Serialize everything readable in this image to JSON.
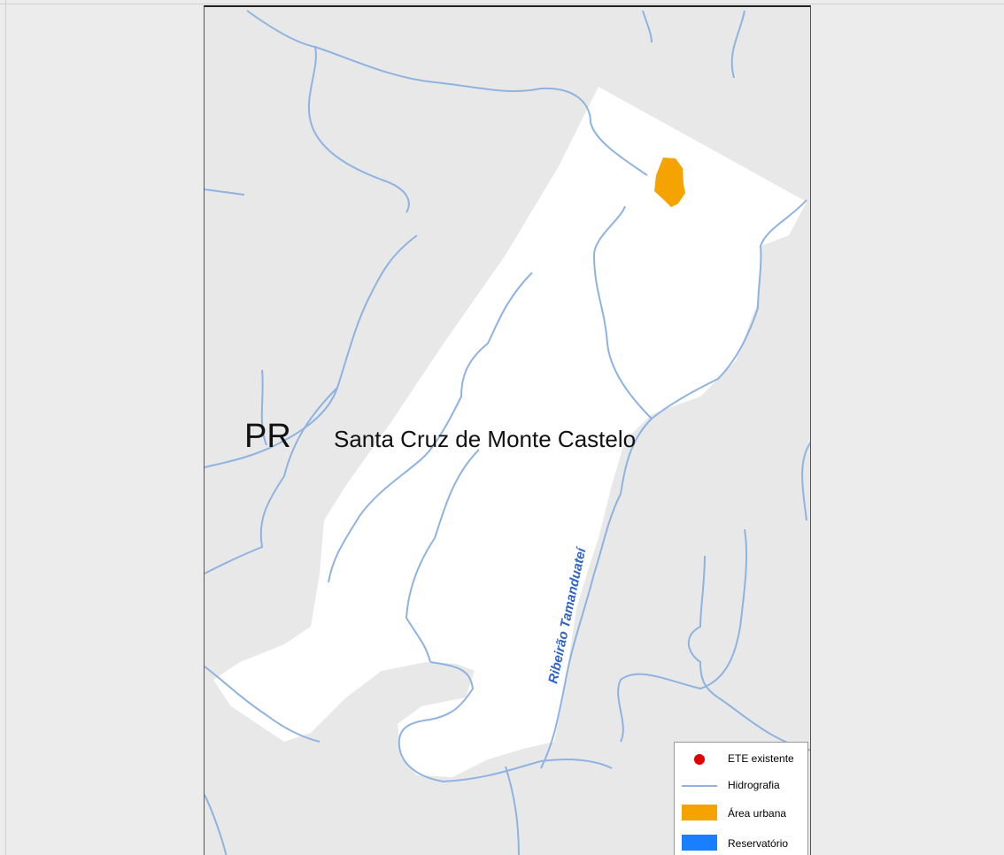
{
  "map": {
    "labels": {
      "state": "PR",
      "municipality": "Santa Cruz de Monte Castelo",
      "river": "Ribeirão Tamanduateí"
    },
    "colors": {
      "background": "#e8e8e8",
      "municipality_fill": "#ffffff",
      "river": "#8fb3e0",
      "urban": "#f5a300",
      "reservoir": "#1a7fff",
      "ete": "#e00000",
      "river_label": "#2f63c8"
    }
  },
  "legend": {
    "items": [
      {
        "label": "ETE existente",
        "symbol": "red-dot"
      },
      {
        "label": "Hidrografia",
        "symbol": "blue-line"
      },
      {
        "label": "Área urbana",
        "symbol": "orange-rect"
      },
      {
        "label": "Reservatório",
        "symbol": "blue-rect"
      }
    ]
  }
}
